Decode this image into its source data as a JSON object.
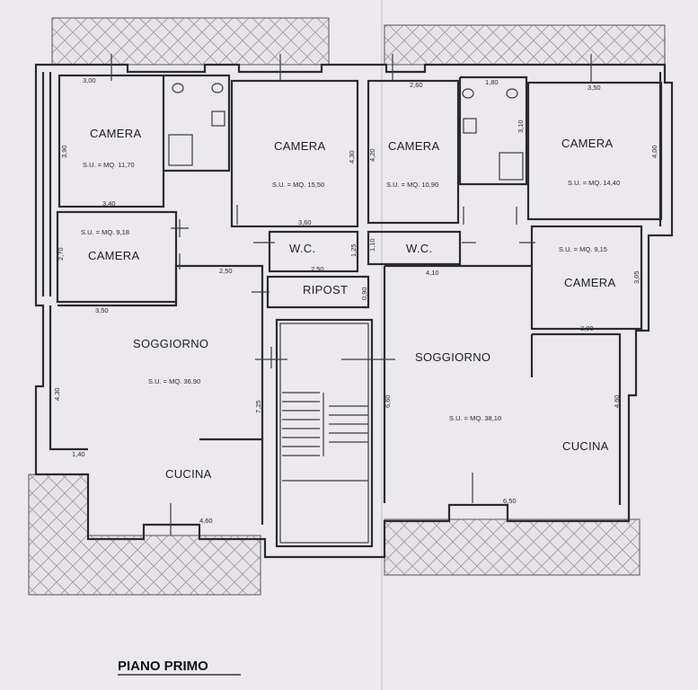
{
  "title": "PIANO PRIMO",
  "rooms": {
    "camera_a": "CAMERA",
    "camera_a_area": "S.U. = MQ. 11,70",
    "camera_b": "CAMERA",
    "camera_b_area": "S.U. = MQ. 15,50",
    "camera_c": "CAMERA",
    "camera_c_area": "S.U. = MQ. 10,90",
    "camera_d": "CAMERA",
    "camera_d_area": "S.U. = MQ. 14,40",
    "camera_e": "CAMERA",
    "camera_e_area": "S.U. = MQ. 9,18",
    "camera_f": "CAMERA",
    "camera_f_area": "S.U. = MQ. 9,15",
    "wc_left": "W.C.",
    "wc_right": "W.C.",
    "ripost": "RIPOST",
    "soggiorno_left": "SOGGIORNO",
    "soggiorno_left_area": "S.U. = MQ. 36,90",
    "soggiorno_right": "SOGGIORNO",
    "soggiorno_right_area": "S.U. = MQ. 38,10",
    "cucina_left": "CUCINA",
    "cucina_right": "CUCINA"
  },
  "dims": {
    "d300": "3,00",
    "d390": "3,90",
    "d340": "3,40",
    "d360a": "3,60",
    "d430a": "4,30",
    "d260": "2,60",
    "d180": "1,80",
    "d310": "3,10",
    "d420": "4,20",
    "d350": "3,50",
    "d400": "4,00",
    "d270": "2,70",
    "d350b": "3,50",
    "d250a": "2,50",
    "d250b": "2,50",
    "d125": "1,25",
    "d110": "1,10",
    "d410": "4,10",
    "d090": "0,90",
    "d305": "3,05",
    "d300b": "3,00",
    "d430b": "4,30",
    "d725": "7,25",
    "d660": "6,60",
    "d460a": "4,60",
    "d140": "1,40",
    "d460b": "4,60",
    "d650": "6,50"
  }
}
